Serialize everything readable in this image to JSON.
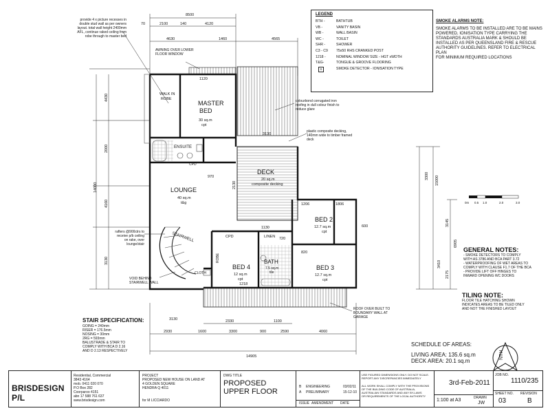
{
  "legend": {
    "title": "LEGEND",
    "items": [
      {
        "code": "BTH -",
        "desc": "BATHTUB"
      },
      {
        "code": "VB -",
        "desc": "VANITY BASIN"
      },
      {
        "code": "WB -",
        "desc": "WALL BASIN"
      },
      {
        "code": "WC -",
        "desc": "TOILET"
      },
      {
        "code": "SHR -",
        "desc": "SHOWER"
      },
      {
        "code": "C3 - C9",
        "desc": "75x50 RHS CRANKED POST"
      },
      {
        "code": "1218 -",
        "desc": "NOMINAL WINDOW SIZE - HGT xWDTH"
      },
      {
        "code": "T&G-",
        "desc": "TONGUE & GROOVE FLOORING"
      },
      {
        "code": "S",
        "desc": "SMOKE DETECTOR - IONISATION TYPE"
      }
    ]
  },
  "smoke_note": {
    "title": "SMOKE ALARMS NOTE:",
    "lines": [
      "SMOKE ALARMS TO BE INSTALLED ARE TO BE MAINS",
      "POWERED, IONISATION TYPE CARRYING THE",
      "STANDARDS AUSTRALIA MARK & SHOULD BE",
      "INSTALLED AS PER QUEENSLAND FIRE & RESCUE",
      "AUTHORITY GUIDELINES. REFER TO ELECTRICAL PLAN",
      "FOR MINIMUM REQUIRED LOCATIONS"
    ]
  },
  "general_notes": {
    "title": "GENERAL NOTES:",
    "lines": [
      "- SMOKE DETECTORS TO COMPLY",
      "WITH AS 3786 AND BCA PART 3.72",
      "- WATERPROOFING OF WET AREAS TO",
      "COMPLY WITH CLAUSE F1.7 OF THE BCA",
      "- PROVIDE LIFT OFF HINGES TO",
      "INWARD OPENING WC DOORS"
    ]
  },
  "tiling_note": {
    "title": "TILING NOTE:",
    "lines": [
      "FLOOR TILE HATCHING SHOWN",
      "INDICATES AREAS TO BE TILED ONLY",
      "AND NOT THE FINISHED LAYOUT"
    ]
  },
  "stair_spec": {
    "title": "STAIR SPECIFICATION:",
    "lines": [
      "GOING     = 240mm",
      "RISER     = 176.5mm",
      "NOSING    = 30mm",
      "2RG       = 593mm",
      "BALUSTRADE & STAIR TO",
      "COMPLY WITH BCA D 2.16",
      "AND D 2.13 RESPECTIVELY"
    ]
  },
  "schedule": {
    "title": "SCHEDULE OF AREAS:",
    "living": "LIVING AREA: 135.6 sq.m",
    "deck": "DECK AREA: 20.1 sq.m"
  },
  "north": {
    "label": "NTH"
  },
  "scale_bar": {
    "label": "0m",
    "ticks": [
      "0.5",
      "1.0",
      "2.0",
      "3.0"
    ]
  },
  "annotations": {
    "picture_recess": [
      "provide 4 x picture recesses in",
      "double stud wall as per owners",
      "layout. total wall height 2400mm",
      "AFL, continue raked ceiling from",
      "robe through to master bed"
    ],
    "awning": [
      "AWNING OVER LOWER",
      "FLOOR WINDOW"
    ],
    "roofing": [
      "colourbond corrugated iron",
      "roofing in dull colour finish to",
      "reduce glare"
    ],
    "decking": [
      "plastic composite decking,",
      "140mm wide to timber framed",
      "deck"
    ],
    "rafters": [
      "rafters @900ctrs to",
      "receive p/b ceiling",
      "on rake, over",
      "lounge/stair"
    ],
    "void": [
      "VOID BEHIND",
      "STAIRWELL WALL"
    ],
    "roof_over": [
      "ROOF OVER BUILT TO",
      "BOUNDARY WALL AT",
      "GARAGE"
    ]
  },
  "rooms": {
    "master": {
      "name": "MASTER\nBED",
      "area": "30 sq.m",
      "floor": "cpt"
    },
    "walkin": {
      "name": "WALK IN\nROBE"
    },
    "ensuite": {
      "name": "ENSUITE"
    },
    "lounge": {
      "name": "LOUNGE",
      "area": "40 sq.m",
      "floor": "t&g"
    },
    "deck": {
      "name": "DECK",
      "area": "20 sq.m",
      "floor": "composite decking"
    },
    "bed2": {
      "name": "BED 2",
      "area": "12.7 sq.m",
      "floor": "cpt"
    },
    "bed3": {
      "name": "BED 3",
      "area": "12.7 sq.m",
      "floor": "cpt"
    },
    "bed4": {
      "name": "BED 4",
      "area": "12 sq.m",
      "floor": "cpt"
    },
    "bath": {
      "name": "BATH",
      "area": "7.5 sq.m",
      "floor": "tile"
    },
    "stairwell": {
      "name": "STAIRWELL"
    },
    "linen": {
      "name": "LINEN"
    },
    "cpd1": {
      "name": "CPD"
    },
    "cpd2": {
      "name": "CPD"
    },
    "robe": {
      "name": "ROBE"
    },
    "cloth": {
      "name": "CLOTH"
    }
  },
  "dims": {
    "top_total": "8500",
    "top_a": "2100",
    "top_b": "140",
    "top_c": "4120",
    "top_d": "70",
    "top2_a": "4630",
    "top2_b": "1460",
    "top2_c": "4565",
    "left_total": "14000",
    "left_a": "4430",
    "left_b": "2000",
    "left_c": "4160",
    "left_d": "3130",
    "bottom_total": "14905",
    "bottom_a": "2930",
    "bottom_b": "1600",
    "bottom_c": "3300",
    "bottom_d": "900",
    "bottom_e": "2590",
    "bottom_f": "4060",
    "bottom2_a": "3130",
    "bottom2_b": "2330",
    "bottom2_c": "1100",
    "right_a": "3300",
    "right_b": "15000",
    "right_c": "3145",
    "right_d": "6905",
    "right_e": "3410",
    "right_f": "2175",
    "deck_w": "3130",
    "deck_h": "2130",
    "mid_a": "1130",
    "mid_b": "1120",
    "mid_c": "970",
    "win_a": "1206",
    "win_b": "1806",
    "win_c": "1218",
    "door_a": "720",
    "door_b": "820",
    "door_c": "600"
  },
  "title_block": {
    "company": "BRISDESIGN P/L",
    "company_sub": [
      "Residential, Commercial",
      "3843 4164",
      "mob. 0411 020 070",
      "P.O Box 282",
      "Coorparoo 4151",
      "abn 17 588 761 637",
      "www.brisdesign.com"
    ],
    "project_label": "PROJECT",
    "project": [
      "PROPOSED NEW HOUSE ON LAND AT",
      "4 GOLDEN SQUARE",
      "HENDRA Q 4011"
    ],
    "client": "for M LICCIARDO",
    "dwg_title_label": "DWG TITLE",
    "dwg_title": [
      "PROPOSED",
      "UPPER FLOOR"
    ],
    "revisions": [
      {
        "rev": "B",
        "desc": "ENGINEERING",
        "date": "03/02/11"
      },
      {
        "rev": "A",
        "desc": "PRELIMINARY",
        "date": "15-12-10"
      }
    ],
    "rev_headers": [
      "ISSUE",
      "AMENDMENT",
      "DATE"
    ],
    "disclaimer": [
      "USE FIGURED DIMENSIONS ONLY. DO NOT SCALE.",
      "REPORT ANY DISCREPANCIES IMMEDIATELY",
      "ALL WORK SHALL COMPLY WITH THE PROVISIONS",
      "OF THE BUILDING CODE OF AUSTRALIA,",
      "AUSTRALIAN STANDARDS AND ANY BY-LAWS",
      "OR REQUIREMENTS OF THE LOCAL AUTHORITY"
    ],
    "date": "3rd-Feb-2011",
    "job_no_label": "JOB NO.",
    "job_no": "1110/235",
    "scale": "1:100 at A3",
    "drawn_label": "DRAWN",
    "drawn": "JW",
    "sheet_label": "SHEET NO.",
    "sheet": "03",
    "revision_label": "REVISION",
    "revision": "B"
  }
}
